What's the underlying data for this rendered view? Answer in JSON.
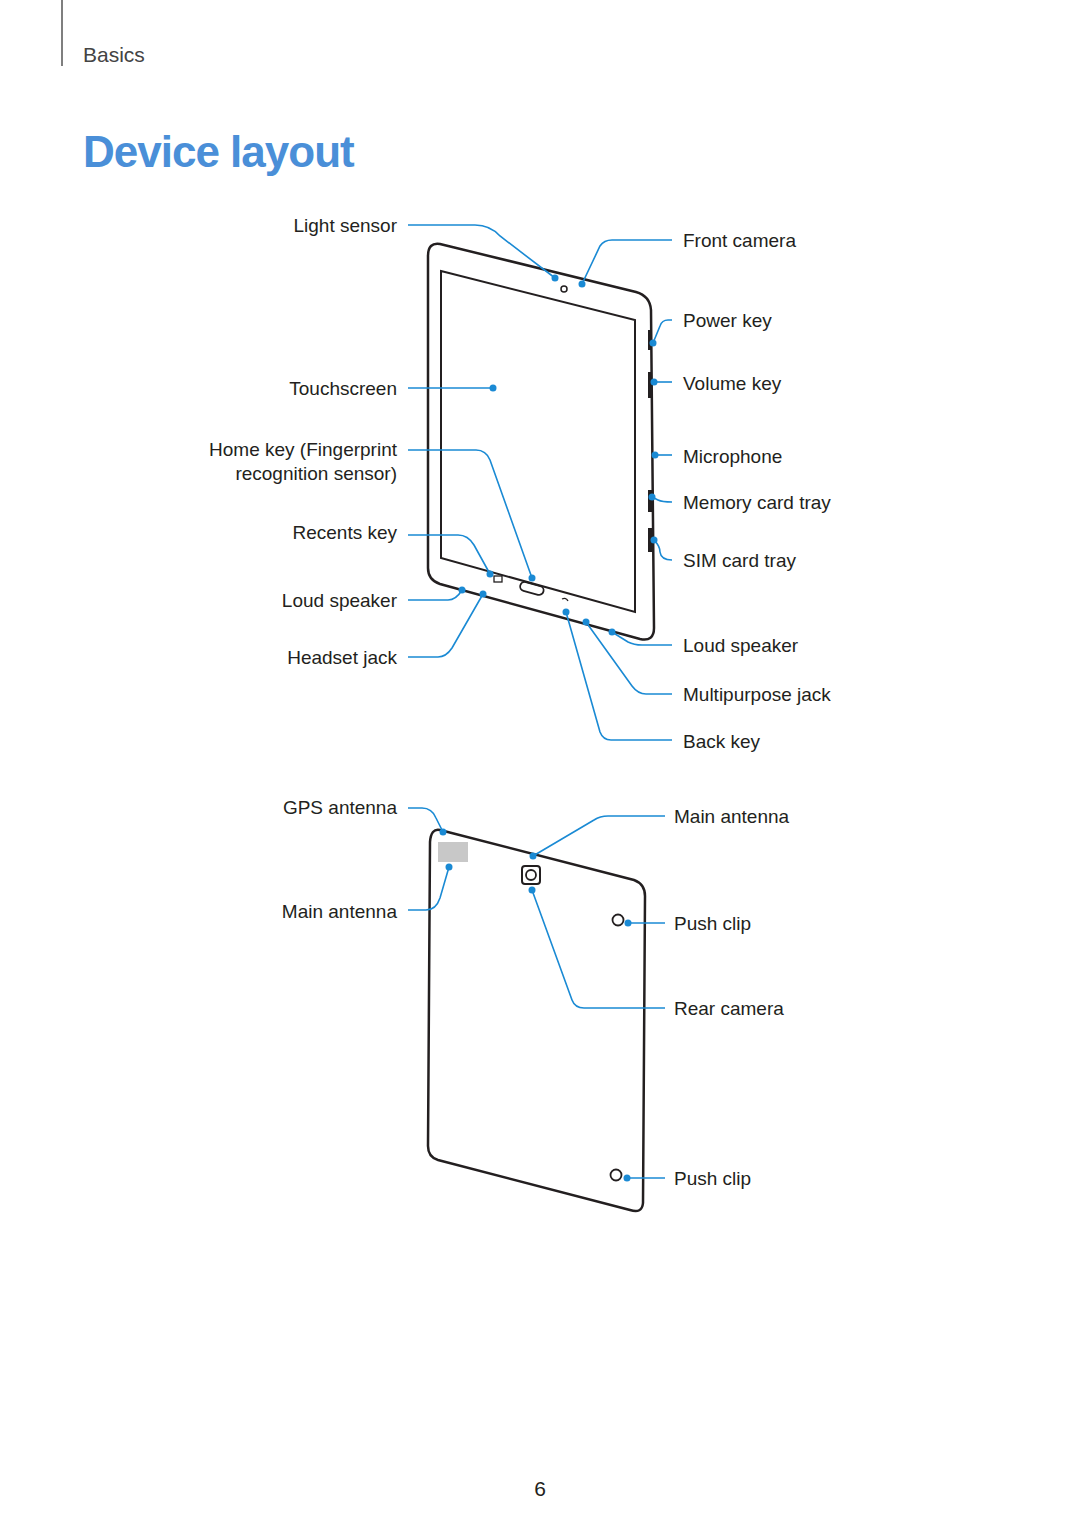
{
  "diagram": {
    "title": "Device layout",
    "labels": [
      "Basics",
      "Light sensor",
      "Front camera",
      "Power key",
      "Touchscreen",
      "Volume key",
      "Home key (Fingerprint recognition sensor)",
      "Microphone",
      "Memory card tray",
      "Recents key",
      "SIM card tray",
      "Loud speaker",
      "Headset jack",
      "Loud speaker",
      "Multipurpose jack",
      "Back key",
      "GPS antenna",
      "Main antenna",
      "Main antenna",
      "Push clip",
      "Rear camera",
      "Push clip",
      "6"
    ]
  }
}
